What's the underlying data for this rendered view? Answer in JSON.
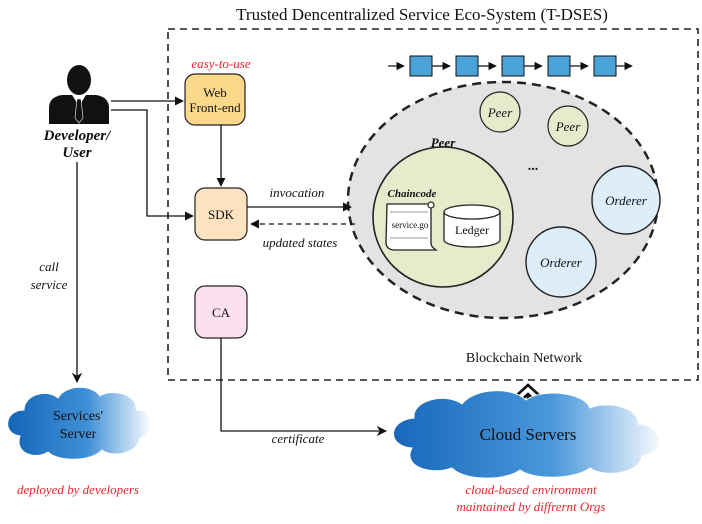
{
  "title": "Trusted Dencentralized Service Eco-System (T-DSES)",
  "user": {
    "label_line1": "Developer/",
    "label_line2": "User"
  },
  "web_frontend": {
    "note": "easy-to-use",
    "line1": "Web",
    "line2": "Front-end"
  },
  "sdk": {
    "label": "SDK"
  },
  "ca": {
    "label": "CA"
  },
  "edges": {
    "invocation": "invocation",
    "updated_states": "updated states",
    "call_line1": "call",
    "call_line2": "service",
    "certificate": "certificate"
  },
  "blockchain": {
    "label": "Blockchain Network",
    "peer_main": "Peer",
    "chaincode": "Chaincode",
    "service_file": "service.go",
    "ledger": "Ledger",
    "peer_small_1": "Peer",
    "peer_small_2": "Peer",
    "ellipsis": "...",
    "orderer_1": "Orderer",
    "orderer_2": "Orderer"
  },
  "services_server": {
    "line1": "Services'",
    "line2": "Server",
    "note": "deployed by developers"
  },
  "cloud_servers": {
    "label": "Cloud Servers",
    "note_line1": "cloud-based environment",
    "note_line2": "maintained by diffrernt Orgs"
  },
  "colors": {
    "web_frontend_fill": "#fbd98b",
    "sdk_fill": "#fde2c0",
    "ca_fill": "#fde0ef",
    "network_fill": "#e3e3e3",
    "peer_fill": "#e6eccb",
    "small_node_fill": "#e6eccb",
    "orderer_fill": "#ddeefa",
    "block_fill": "#4aa3d6",
    "note_red": "#e8262b"
  }
}
